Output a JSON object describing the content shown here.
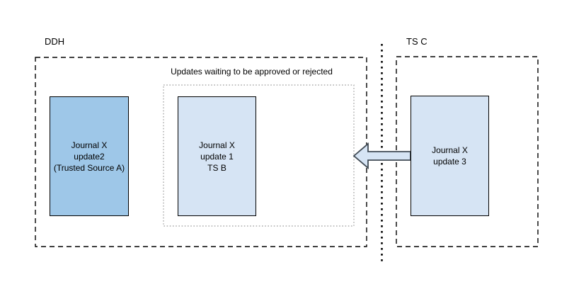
{
  "regions": {
    "ddh": {
      "label": "DDH"
    },
    "tsc": {
      "label": "TS C"
    }
  },
  "pending_area": {
    "caption": "Updates waiting to be approved or rejected"
  },
  "boxes": {
    "current": {
      "lines": [
        "Journal X",
        "update2",
        "(Trusted Source A)"
      ]
    },
    "pending": {
      "lines": [
        "Journal X",
        "update 1",
        "TS B"
      ]
    },
    "incoming": {
      "lines": [
        "Journal X",
        "update 3"
      ]
    }
  },
  "arrow": {
    "direction": "left"
  },
  "colors": {
    "current_fill": "#9ec7e8",
    "pending_fill": "#d6e4f4",
    "incoming_fill": "#d6e4f4",
    "arrow_fill": "#d6e4f4",
    "arrow_stroke": "#404a54",
    "box_border": "#000000",
    "region_border": "#000000",
    "pending_border": "#9a9a9a",
    "separator": "#000000"
  }
}
